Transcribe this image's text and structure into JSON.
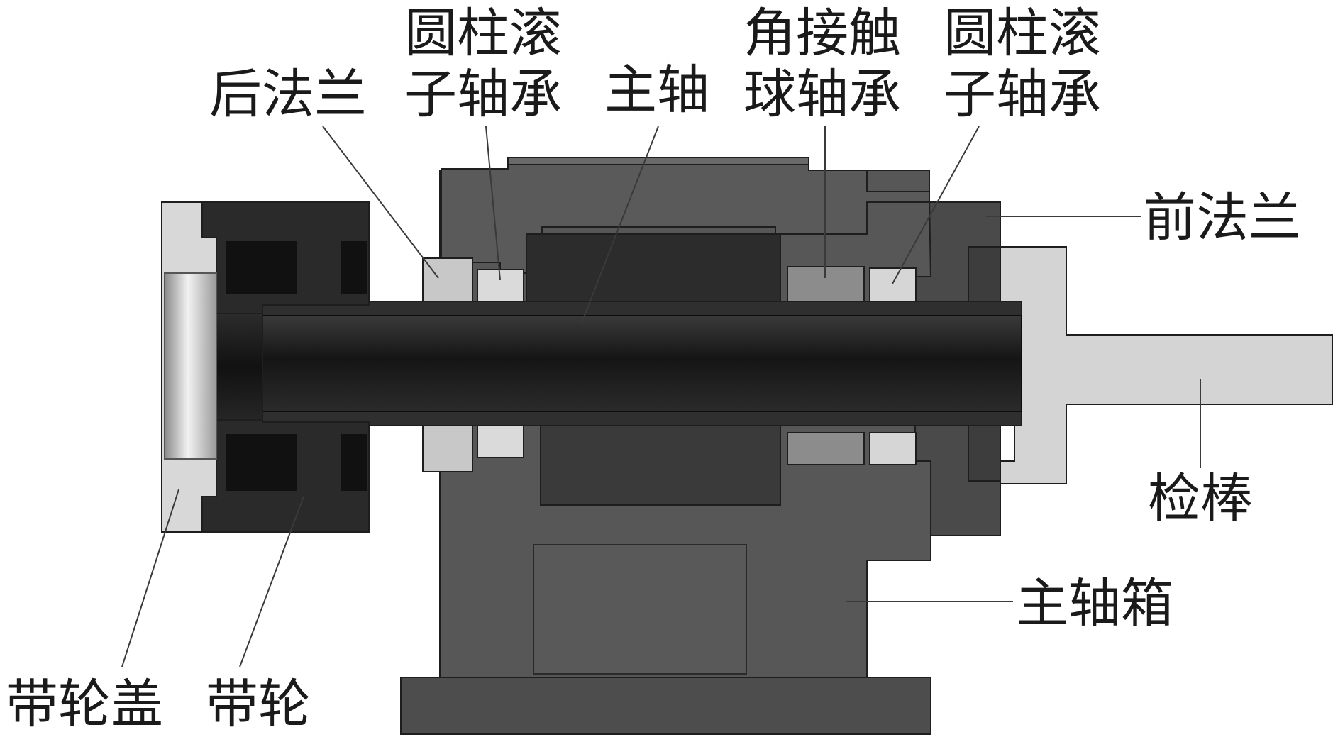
{
  "labels": {
    "rear_flange": "后法兰",
    "cyl_bearing_rear_1": "圆柱滚",
    "cyl_bearing_rear_2": "子轴承",
    "spindle": "主轴",
    "angular_bearing_1": "角接触",
    "angular_bearing_2": "球轴承",
    "cyl_bearing_front_1": "圆柱滚",
    "cyl_bearing_front_2": "子轴承",
    "front_flange": "前法兰",
    "test_bar": "检棒",
    "headstock": "主轴箱",
    "pulley_cover": "带轮盖",
    "pulley": "带轮"
  },
  "colors": {
    "background": "#ffffff",
    "dark_part": "#2a2a2a",
    "headstock": "#555555",
    "flange": "#4a4a4a",
    "light_part": "#d4d4d4",
    "bearing_light": "#dadada",
    "bearing_mid": "#8c8c8c",
    "text": "#1a1a1a"
  }
}
